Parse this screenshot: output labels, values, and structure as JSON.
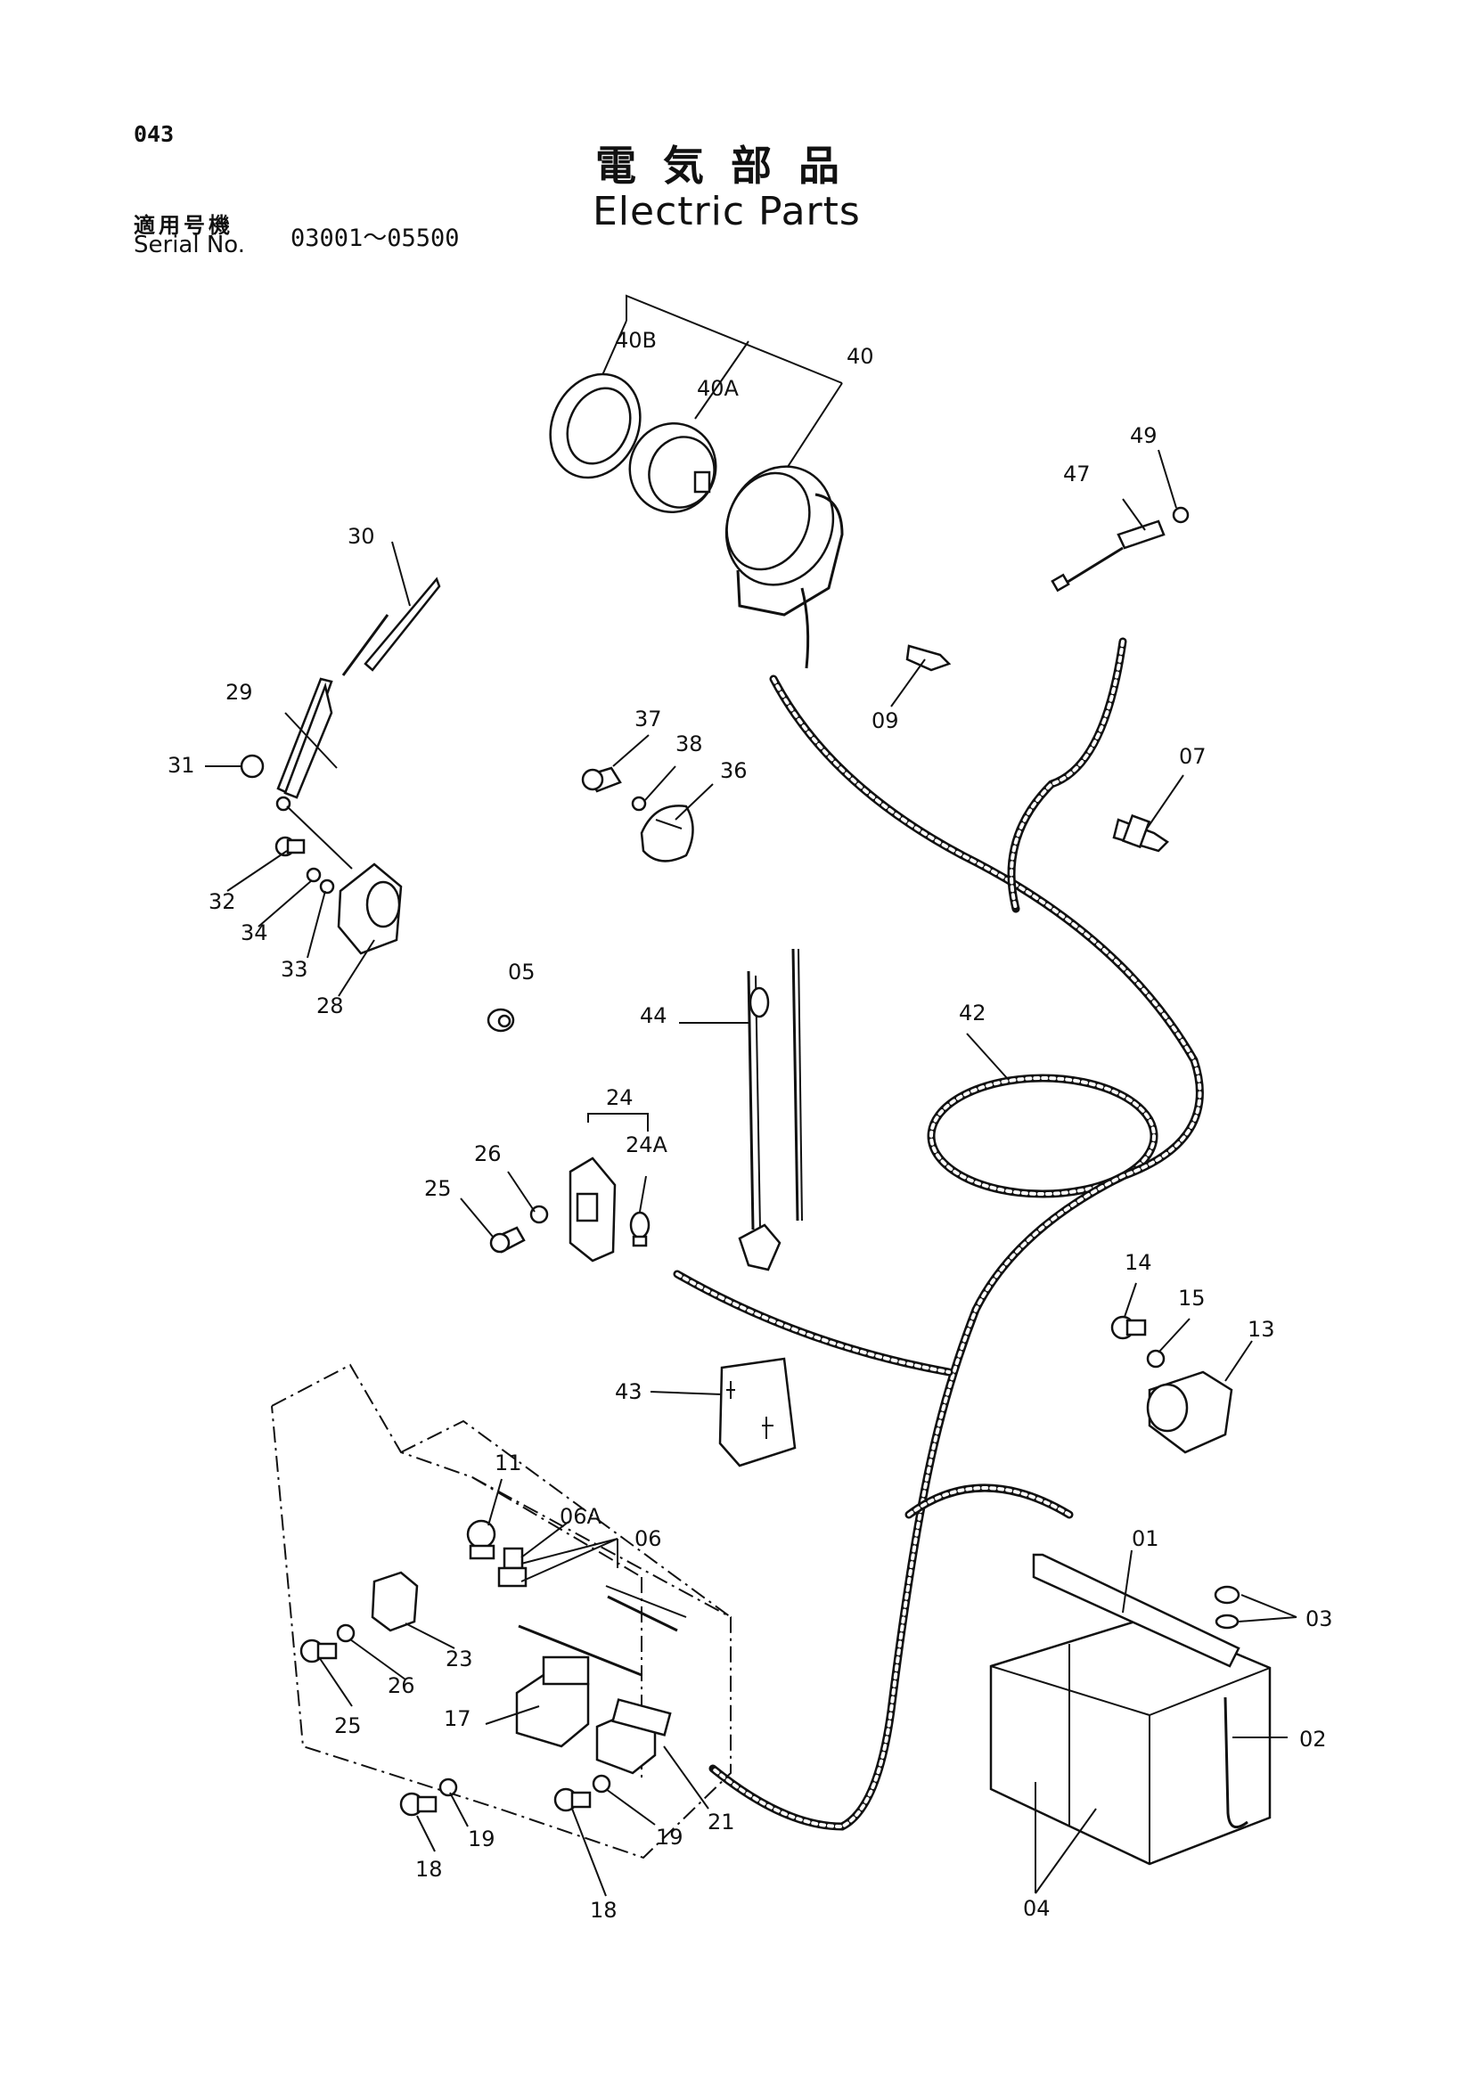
{
  "header": {
    "page_number": "043",
    "title_jp": "電気部品",
    "title_en": "Electric Parts",
    "serial_label_jp": "適用号機",
    "serial_label_en": "Serial No.",
    "serial_range": "03001～05500"
  },
  "callouts": {
    "c01": "01",
    "c02": "02",
    "c03": "03",
    "c04": "04",
    "c05": "05",
    "c06": "06",
    "c06A": "06A",
    "c07": "07",
    "c09": "09",
    "c11": "11",
    "c13": "13",
    "c14": "14",
    "c15": "15",
    "c17": "17",
    "c18a": "18",
    "c18b": "18",
    "c19a": "19",
    "c19b": "19",
    "c21": "21",
    "c23": "23",
    "c24": "24",
    "c24A": "24A",
    "c25a": "25",
    "c25b": "25",
    "c26a": "26",
    "c26b": "26",
    "c28": "28",
    "c29": "29",
    "c30": "30",
    "c31": "31",
    "c32": "32",
    "c33": "33",
    "c34": "34",
    "c36": "36",
    "c37": "37",
    "c38": "38",
    "c40": "40",
    "c40A": "40A",
    "c40B": "40B",
    "c42": "42",
    "c43": "43",
    "c44": "44",
    "c47": "47",
    "c49": "49"
  }
}
